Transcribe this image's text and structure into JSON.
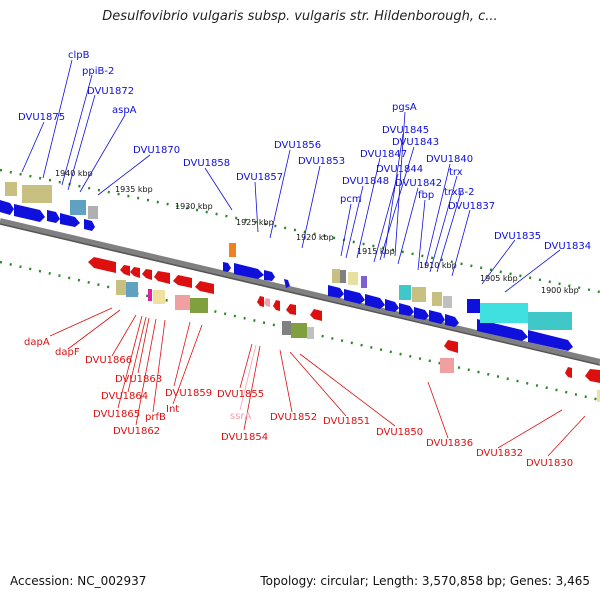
{
  "title": "Desulfovibrio vulgaris subsp. vulgaris str. Hildenborough, c...",
  "footer": {
    "accession": "Accession: NC_002937",
    "topology": "Topology: circular; Length: 3,570,858 bp; Genes: 3,465"
  },
  "colors": {
    "forward": "#1010dd",
    "reverse": "#dd1010",
    "rna": "#f0a0b0",
    "ticks": "#2a8a2a",
    "backbone": "#808080"
  },
  "kbp_ticks": [
    "1940 kbp",
    "1935 kbp",
    "1930 kbp",
    "1925 kbp",
    "1920 kbp",
    "1915 kbp",
    "1910 kbp",
    "1905 kbp",
    "1900 kbp"
  ],
  "forward_labels": [
    "clpB",
    "ppiB-2",
    "DVU1872",
    "DVU1875",
    "aspA",
    "DVU1870",
    "DVU1858",
    "DVU1857",
    "DVU1856",
    "DVU1853",
    "pgsA",
    "DVU1845",
    "DVU1843",
    "DVU1847",
    "DVU1844",
    "DVU1840",
    "DVU1848",
    "DVU1842",
    "trx",
    "pcm",
    "fbp",
    "trxB-2",
    "DVU1837",
    "DVU1835",
    "DVU1834"
  ],
  "reverse_labels": [
    "dapA",
    "dapF",
    "DVU1866",
    "DVU1863",
    "DVU1859",
    "DVU1864",
    "DVU1865",
    "prfB",
    "Int",
    "DVU1862",
    "DVU1855",
    "DVU1854",
    "DVU1852",
    "DVU1851",
    "DVU1850",
    "DVU1836",
    "DVU1832",
    "DVU1830"
  ],
  "rna_labels": [
    "ssrA"
  ]
}
